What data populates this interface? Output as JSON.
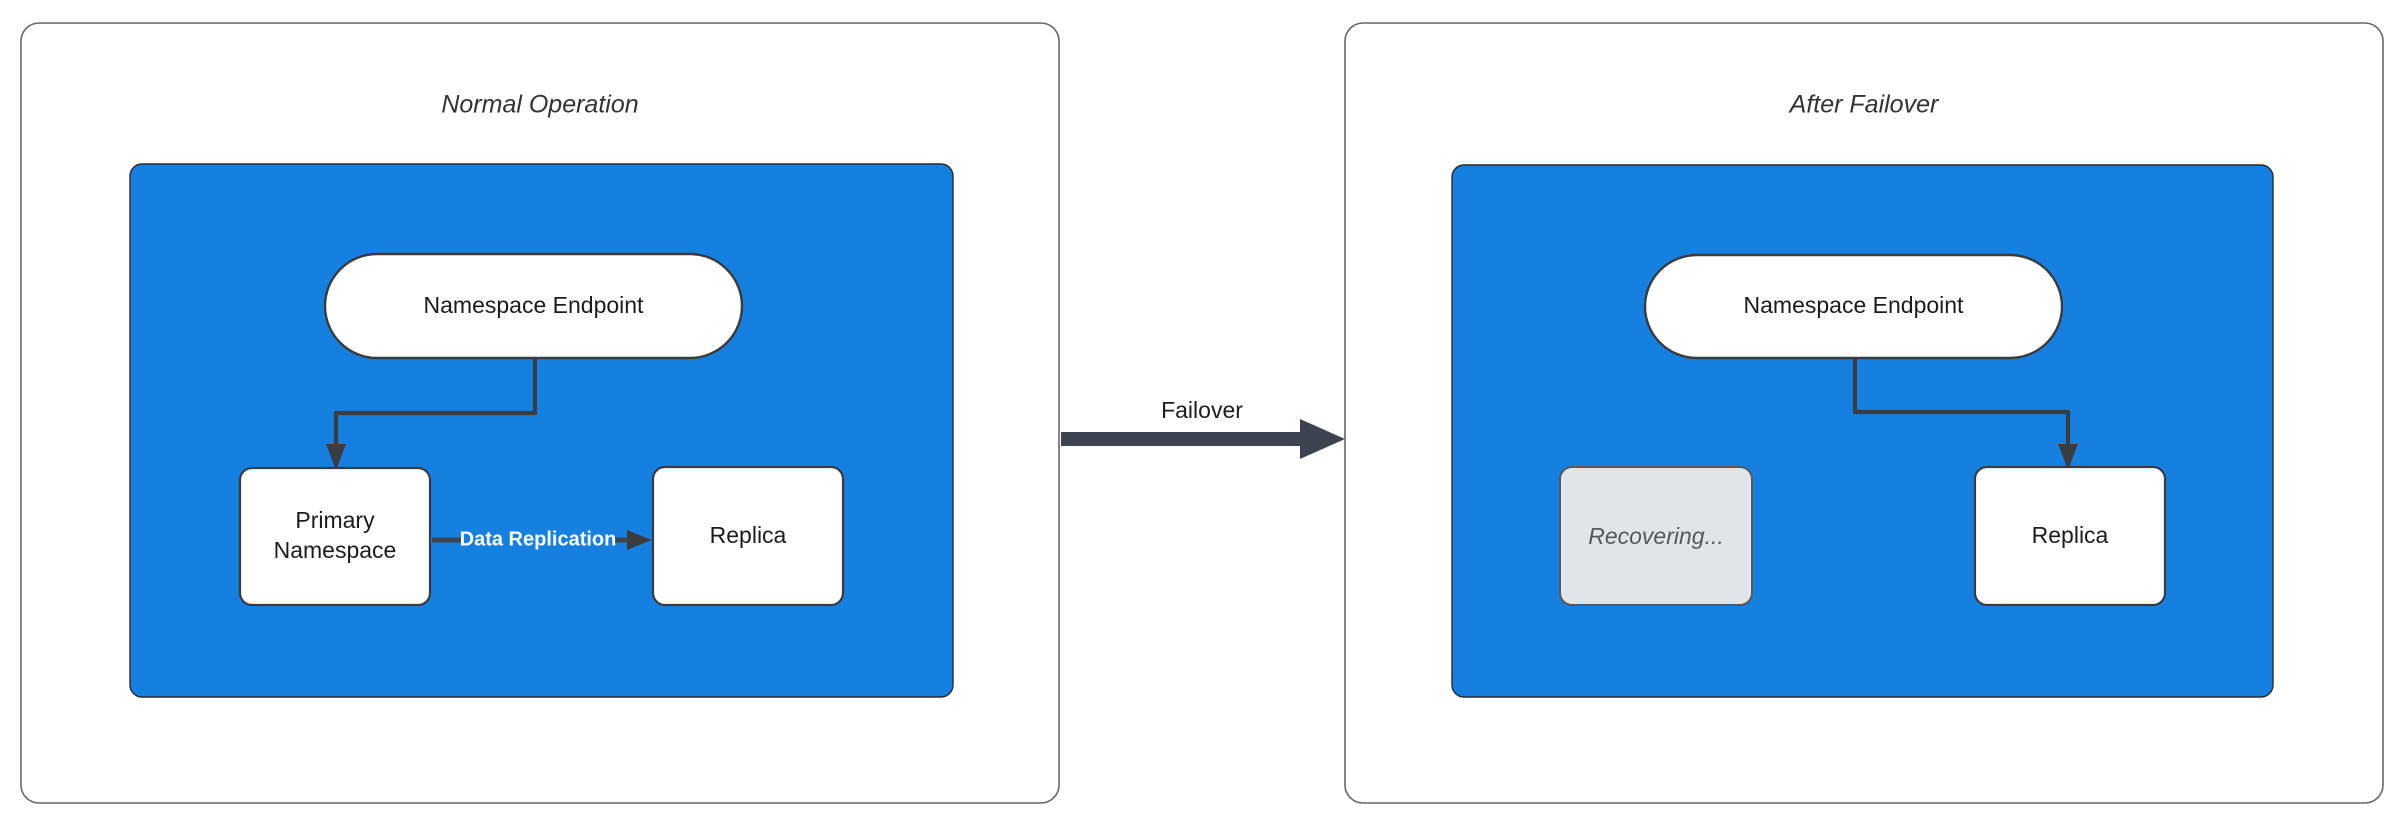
{
  "diagram": {
    "type": "failover-architecture-comparison",
    "background_color": "#ffffff",
    "accent_color": "#1580e0",
    "stroke_color": "#3a3d42",
    "panels": [
      {
        "id": "normal-operation",
        "title": "Normal Operation",
        "cluster": {
          "fill": "#1580e0",
          "nodes": [
            {
              "id": "endpoint-left",
              "label": "Namespace Endpoint",
              "shape": "pill",
              "state": "active"
            },
            {
              "id": "primary-left",
              "label": "Primary\nNamespace",
              "line1": "Primary",
              "line2": "Namespace",
              "shape": "rect",
              "state": "active"
            },
            {
              "id": "replica-left",
              "label": "Replica",
              "shape": "rect",
              "state": "active"
            }
          ],
          "edges": [
            {
              "id": "endpoint-to-primary",
              "from": "endpoint-left",
              "to": "primary-left",
              "label": "",
              "style": "elbow-arrow"
            },
            {
              "id": "primary-to-replica",
              "from": "primary-left",
              "to": "replica-left",
              "label": "Data Replication",
              "style": "straight-arrow",
              "label_color": "#ffffff"
            }
          ]
        }
      },
      {
        "id": "after-failover",
        "title": "After Failover",
        "cluster": {
          "fill": "#1580e0",
          "nodes": [
            {
              "id": "endpoint-right",
              "label": "Namespace Endpoint",
              "shape": "pill",
              "state": "active"
            },
            {
              "id": "recovering-right",
              "label": "Recovering...",
              "shape": "rect",
              "state": "dimmed"
            },
            {
              "id": "replica-right",
              "label": "Replica",
              "shape": "rect",
              "state": "active"
            }
          ],
          "edges": [
            {
              "id": "endpoint-to-replica",
              "from": "endpoint-right",
              "to": "replica-right",
              "label": "",
              "style": "elbow-arrow"
            }
          ]
        }
      }
    ],
    "transition": {
      "id": "failover-transition",
      "label": "Failover",
      "direction": "left-to-right",
      "color": "#3d4450"
    }
  }
}
